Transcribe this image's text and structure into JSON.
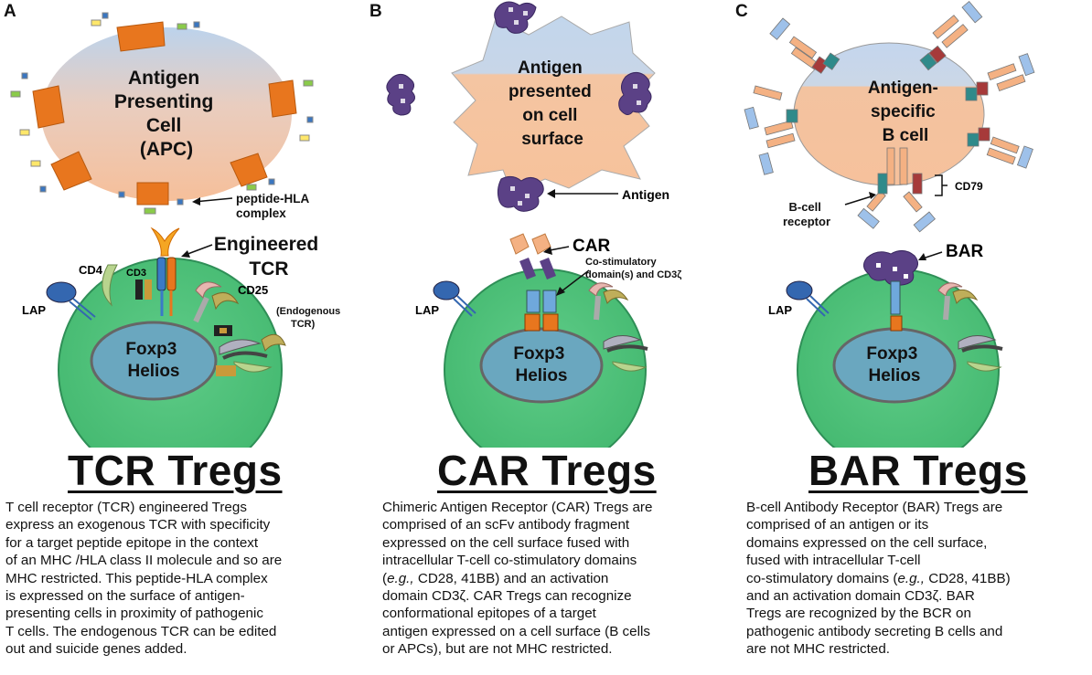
{
  "panels": {
    "a": {
      "letter": "A",
      "cell_label": [
        "Antigen",
        "Presenting",
        "Cell",
        "(APC)"
      ],
      "peptide_label": [
        "peptide-HLA",
        "complex"
      ],
      "engineered_label": [
        "Engineered",
        "TCR"
      ],
      "cd4": "CD4",
      "cd3": "CD3",
      "cd25": "CD25",
      "endogenous_label": [
        "(Endogenous",
        "TCR)"
      ],
      "lap": "LAP",
      "nucleus_label": [
        "Foxp3",
        "Helios"
      ],
      "title": "TCR Tregs",
      "description": [
        "T cell receptor (TCR)  engineered Tregs",
        "express an exogenous TCR with specificity",
        "for a target peptide epitope in the context",
        "of an MHC /HLA class II molecule and so are",
        "MHC restricted.  This peptide-HLA complex",
        "is expressed on the surface of antigen-",
        "presenting cells in proximity of pathogenic",
        "T cells. The endogenous TCR can be edited",
        "out and suicide genes added."
      ]
    },
    "b": {
      "letter": "B",
      "cell_label": [
        "Antigen",
        "presented",
        "on cell",
        "surface"
      ],
      "antigen_label": "Antigen",
      "car_label": "CAR",
      "costim_label": [
        "Co-stimulatory",
        "domain(s) and CD3ζ"
      ],
      "lap": "LAP",
      "nucleus_label": [
        "Foxp3",
        "Helios"
      ],
      "title": "CAR Tregs",
      "description": [
        "Chimeric Antigen Receptor (CAR) Tregs are",
        "comprised of an scFv antibody fragment",
        "expressed on the cell surface fused with",
        "intracellular T-cell co-stimulatory domains",
        [
          "(",
          "e.g.,",
          " CD28, 41BB) and an activation"
        ],
        "domain CD3ζ.  CAR Tregs can recognize",
        "conformational epitopes of a target",
        "antigen expressed on a cell surface (B cells",
        "or APCs), but are not MHC restricted."
      ]
    },
    "c": {
      "letter": "C",
      "cell_label": [
        "Antigen-",
        "specific",
        "B cell"
      ],
      "cd79": "CD79",
      "bcell_receptor_label": [
        "B-cell",
        "receptor"
      ],
      "bar_label": "BAR",
      "lap": "LAP",
      "nucleus_label": [
        "Foxp3",
        "Helios"
      ],
      "title": "BAR Tregs",
      "description": [
        "B-cell Antibody Receptor (BAR) Tregs are",
        "comprised of an antigen or its",
        "domains expressed on the cell surface,",
        "fused with intracellular T-cell",
        [
          "co-stimulatory domains (",
          "e.g.,",
          " CD28, 41BB)"
        ],
        "and an activation domain CD3ζ.  BAR",
        "Tregs are recognized by the BCR on",
        "pathogenic antibody secreting B cells and",
        "are not MHC restricted."
      ]
    }
  },
  "colors": {
    "treg_cell": "#4dbf7a",
    "nucleus": "#6aa7bf",
    "apc_top": "#c4d7ea",
    "apc_bottom": "#f2c0a0",
    "hla": "#e8761e",
    "car_purple": "#5b4186",
    "scfv": "#f4b183"
  }
}
